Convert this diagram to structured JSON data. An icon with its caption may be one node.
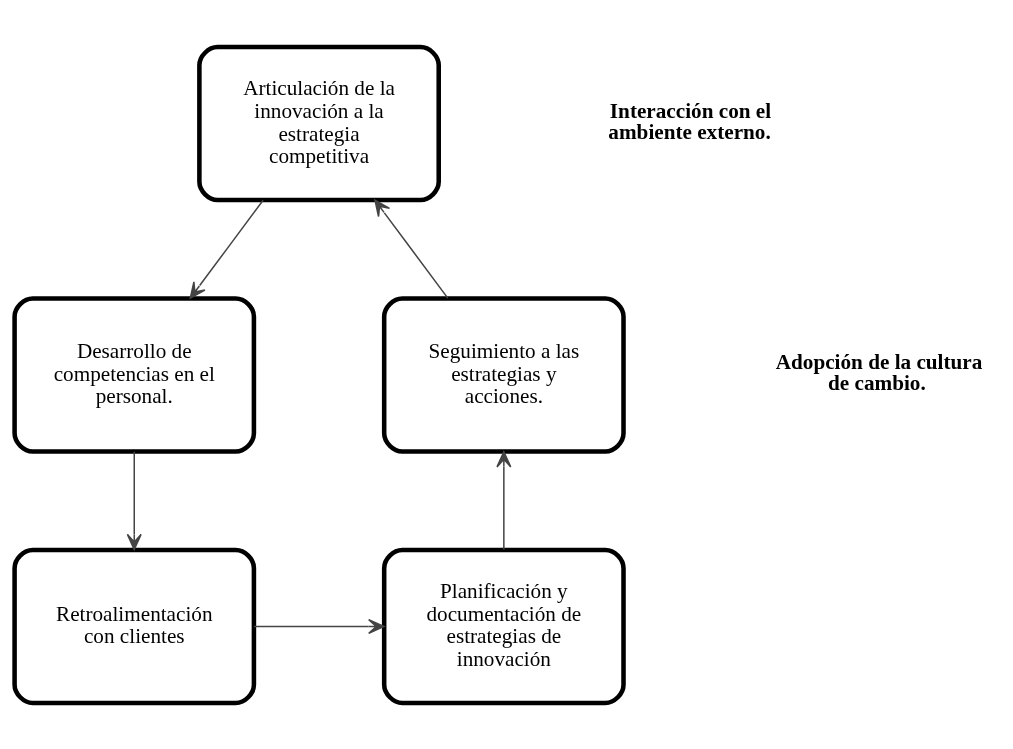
{
  "diagram": {
    "nodes": [
      {
        "text": [
          "Articulación de la innovación a la estrategia competitiva"
        ]
      },
      {
        "text": [
          "Desarrollo de competencias en el personal."
        ]
      },
      {
        "text": [
          "Retroalimentación con clientes"
        ]
      },
      {
        "text": [
          "Planificación y documentación de estrategias de innovación"
        ]
      },
      {
        "text": [
          "Seguimiento a las estrategias y acciones."
        ]
      }
    ],
    "edges": [
      {
        "from": 0,
        "to": 1,
        "arrow": "to"
      },
      {
        "from": 1,
        "to": 2,
        "arrow": "to"
      },
      {
        "from": 2,
        "to": 3,
        "arrow": "to"
      },
      {
        "from": 3,
        "to": 4,
        "arrow": "to"
      },
      {
        "from": 4,
        "to": 0,
        "arrow": "to"
      }
    ],
    "labels": [
      "Interacción con el ambiente externo.",
      "Adopción de la cultura de cambio."
    ]
  }
}
